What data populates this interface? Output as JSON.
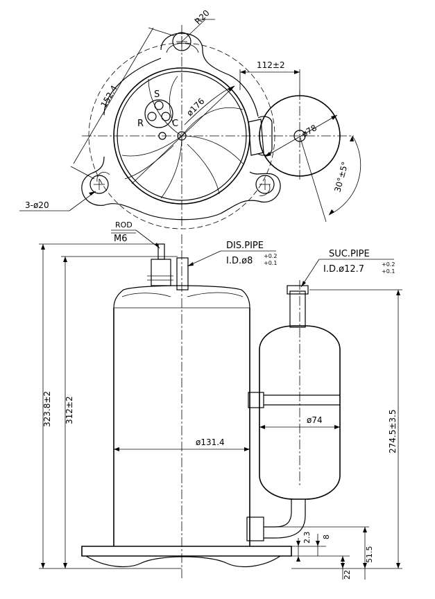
{
  "top_view": {
    "r20": "R20",
    "len_152": "152.4",
    "dim_112": "112±2",
    "dia_176": "ø176",
    "dia_78": "ø78",
    "angle_30": "30°±5°",
    "holes": "3-ø20",
    "term_s": "S",
    "term_r": "R",
    "term_c": "C"
  },
  "side_view": {
    "rod_label": "ROD",
    "rod_size": "M6",
    "dis_label": "DIS.PIPE",
    "dis_id": "I.D.ø8",
    "dis_tol_plus": "+0.2",
    "dis_tol_minus": "+0.1",
    "suc_label": "SUC.PIPE",
    "suc_id": "I.D.ø12.7",
    "suc_tol_plus": "+0.2",
    "suc_tol_minus": "+0.1",
    "h_323": "323.8±2",
    "h_312": "312±2",
    "h_274": "274.5±3.5",
    "dia_131": "ø131.4",
    "dia_74": "ø74",
    "d_2_3": "2.3",
    "d_8": "8",
    "d_22": "22",
    "d_51_5": "51.5"
  }
}
